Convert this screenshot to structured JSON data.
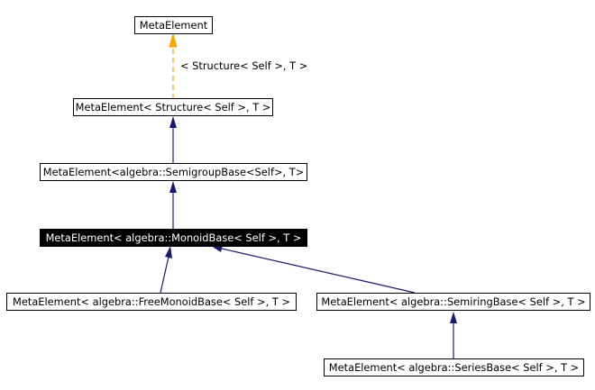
{
  "nodes": {
    "meta_element": "MetaElement",
    "meta_element_structure": "MetaElement< Structure< Self >, T >",
    "meta_element_semigroup": "MetaElement<algebra::SemigroupBase<Self>, T>",
    "meta_element_monoid": "MetaElement< algebra::MonoidBase< Self >, T >",
    "meta_element_free_monoid": "MetaElement< algebra::FreeMonoidBase< Self >, T >",
    "meta_element_semiring": "MetaElement< algebra::SemiringBase< Self >, T >",
    "meta_element_series": "MetaElement< algebra::SeriesBase< Self >, T >"
  },
  "edge_labels": {
    "template_instantiation": "< Structure< Self >, T >"
  },
  "colors": {
    "inheritance_edge": "#191970",
    "template_edge": "#FFA500",
    "current_node_fill": "#000000",
    "current_node_text": "#FFFFFF"
  }
}
